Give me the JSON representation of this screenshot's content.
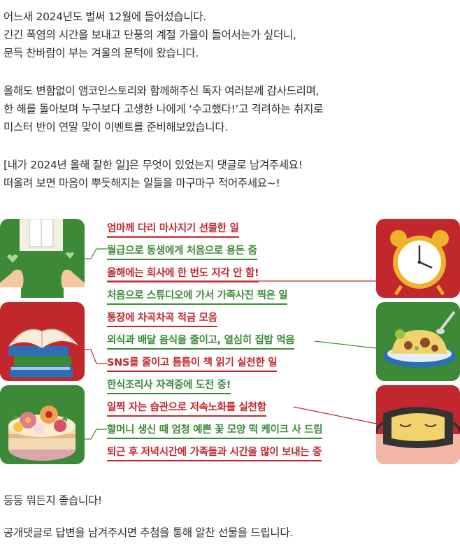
{
  "intro": {
    "lines": [
      "어느새 2024년도 벌써 12월에 들어섰습니다.",
      "긴긴 폭염의 시간을 보내고 단풍의 계절 가을이 들어서는가 싶더니,",
      "문득 찬바람이 부는 겨울의 문턱에 왔습니다."
    ]
  },
  "thanks": {
    "lines": [
      "올해도 변함없이 앰코인스토리와 함께해주신 독자 여러분께 감사드리며,",
      "한 해를 돌아보며 누구보다 고생한 나에게 ‘수고했다!’고 격려하는 취지로",
      "미스터 반이 연말 맞이 이벤트를 준비해보았습니다."
    ]
  },
  "question": {
    "lines": [
      "[내가 2024년 올해 잘한 일]은 무엇이 있었는지 댓글로 남겨주세요!",
      "떠올려 보면 마음이 뿌듯해지는 일들을 마구마구 적어주세요~!"
    ]
  },
  "examples": [
    {
      "text": "엄마께 다리 마사지기 선물한 일",
      "color": "#c1272d"
    },
    {
      "text": "월급으로 동생에게 처음으로 용돈 줌",
      "color": "#3c8a37"
    },
    {
      "text": "올해에는 회사에 한 번도 지각 안 함!",
      "color": "#c1272d"
    },
    {
      "text": "처음으로 스튜디오에 가서 가족사진 찍은 일",
      "color": "#3c8a37"
    },
    {
      "text": "통장에 차곡차곡 적금 모음",
      "color": "#c1272d"
    },
    {
      "text": "외식과 배달 음식을 줄이고, 열심히 집밥 먹음",
      "color": "#3c8a37"
    },
    {
      "text": "SNS를 줄이고 틈틈이 책 읽기 실천한 일",
      "color": "#c1272d"
    },
    {
      "text": "한식조리사 자격증에 도전 중!",
      "color": "#3c8a37"
    },
    {
      "text": "일찍 자는 습관으로 저속노화를 실천함",
      "color": "#c1272d"
    },
    {
      "text": "할머니 생신 때 엄청 예쁜 꽃 모양 떡 케이크 사 드림",
      "color": "#3c8a37"
    },
    {
      "text": "퇴근 후 저녁시간에 가족들과 시간을 많이 보내는 중",
      "color": "#c1272d"
    }
  ],
  "anything": {
    "text": "등등 뭐든지 좋습니다!"
  },
  "prize": {
    "text": "공개댓글로 답변을 남겨주시면 추첨을 통해 알찬 선물을 드립니다."
  },
  "colors": {
    "red": "#c1272d",
    "green": "#3c8a37",
    "text": "#2f2f2f"
  },
  "icons": [
    "money-gift-icon",
    "books-icon",
    "flower-cake-icon",
    "alarm-clock-icon",
    "rice-plate-icon",
    "sleep-mask-icon"
  ]
}
